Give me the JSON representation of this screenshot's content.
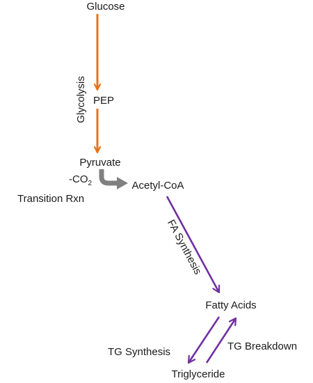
{
  "nodes": {
    "glucose": "Glucose",
    "pep": "PEP",
    "pyruvate": "Pyruvate",
    "acetyl_coa": "Acetyl-CoA",
    "fatty_acids": "Fatty Acids",
    "triglyceride": "Triglyceride"
  },
  "labels": {
    "glycolysis": "Glycolysis",
    "co2_prefix": "-CO",
    "co2_subscript": "2",
    "transition": "Transition Rxn",
    "fa_synthesis": "FA Synthesis",
    "tg_synthesis": "TG Synthesis",
    "tg_breakdown": "TG Breakdown"
  },
  "colors": {
    "glycolysis_arrow": "#E8711A",
    "transition_arrow": "#808080",
    "lipid_arrow": "#7030A0",
    "text": "#1a1a1a"
  }
}
